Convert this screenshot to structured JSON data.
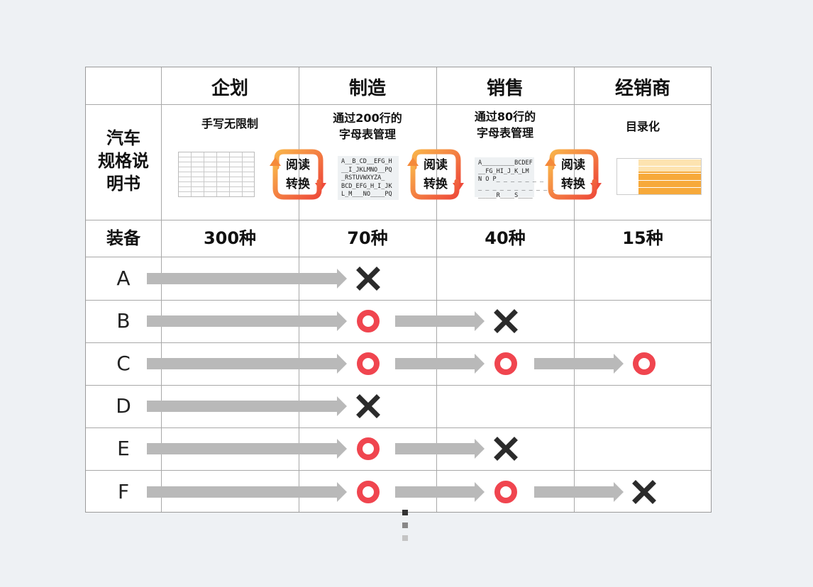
{
  "headers": [
    "企划",
    "制造",
    "销售",
    "经销商"
  ],
  "corner": "",
  "spec_label_lines": [
    "汽车",
    "规格说",
    "明书"
  ],
  "stage_descriptions": [
    [
      "手写无限制"
    ],
    [
      "通过200行的",
      "字母表管理"
    ],
    [
      "通过80行的",
      "字母表管理"
    ],
    [
      "目录化"
    ]
  ],
  "conversion": {
    "line1": "阅读",
    "line2": "转换"
  },
  "equipment_label": "装备",
  "equipment_counts": [
    "300种",
    "70种",
    "40种",
    "15种"
  ],
  "thumbnail_text": {
    "manufacturing": [
      "A__B_CD__EFG_H",
      "__I_JKLMNO__PQ",
      "_RSTUVWXYZA_",
      "BCD_EFG_H_I_JK",
      "L_M___NO____PQ"
    ],
    "sales": [
      "A_________BCDEF",
      "__FG_HI_J_K_LM",
      "N O P_ _ _ _ _ _ _",
      "_ _ _ _ _ _ _ _ _ _ _",
      "_____R____S____"
    ]
  },
  "legend": {
    "pass": "○",
    "fail": "×"
  },
  "colors": {
    "pass": "#f0454f",
    "fail": "#2b2b2b",
    "arrow": "#b9b9b9",
    "badge_orange": "#f48a3c",
    "badge_red": "#ef4b3c"
  },
  "rows": [
    {
      "label": "A",
      "reached": 1,
      "results": [
        "fail"
      ]
    },
    {
      "label": "B",
      "reached": 2,
      "results": [
        "pass",
        "fail"
      ]
    },
    {
      "label": "C",
      "reached": 3,
      "results": [
        "pass",
        "pass",
        "pass"
      ]
    },
    {
      "label": "D",
      "reached": 1,
      "results": [
        "fail"
      ]
    },
    {
      "label": "E",
      "reached": 2,
      "results": [
        "pass",
        "fail"
      ]
    },
    {
      "label": "F",
      "reached": 3,
      "results": [
        "pass",
        "pass",
        "fail"
      ]
    }
  ],
  "more_indicator": "⋮"
}
